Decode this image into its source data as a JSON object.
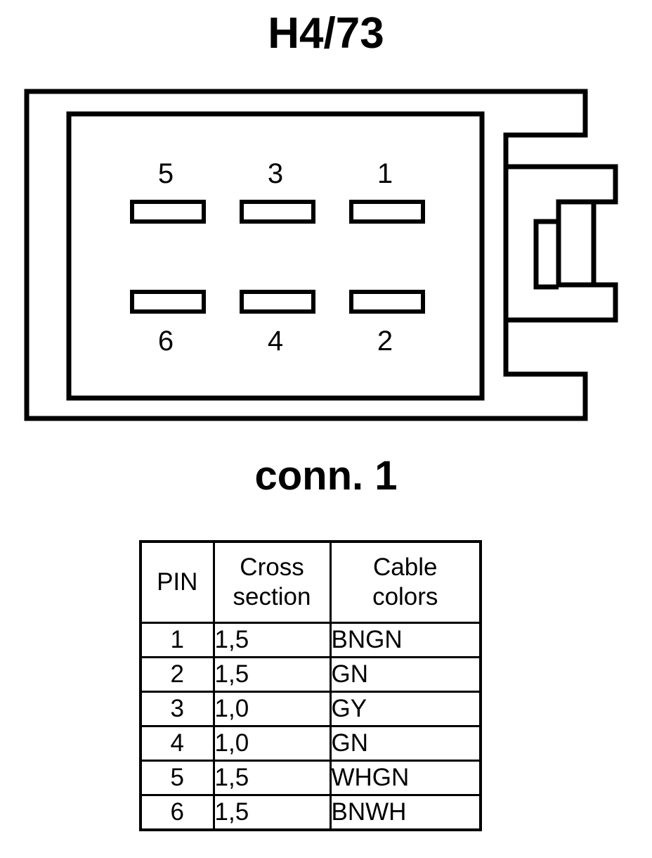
{
  "diagram": {
    "title": "H4/73",
    "connector_label": "conn. 1",
    "pin_layout": {
      "top_row": [
        "5",
        "3",
        "1"
      ],
      "bottom_row": [
        "6",
        "4",
        "2"
      ]
    }
  },
  "table": {
    "headers": {
      "pin": "PIN",
      "cross_section_line1": "Cross",
      "cross_section_line2": "section",
      "cable_colors_line1": "Cable",
      "cable_colors_line2": "colors"
    },
    "rows": [
      {
        "pin": "1",
        "cross_section": "1,5",
        "cable_colors": "BNGN"
      },
      {
        "pin": "2",
        "cross_section": "1,5",
        "cable_colors": "GN"
      },
      {
        "pin": "3",
        "cross_section": "1,0",
        "cable_colors": "GY"
      },
      {
        "pin": "4",
        "cross_section": "1,0",
        "cable_colors": "GN"
      },
      {
        "pin": "5",
        "cross_section": "1,5",
        "cable_colors": "WHGN"
      },
      {
        "pin": "6",
        "cross_section": "1,5",
        "cable_colors": "BNWH"
      }
    ]
  },
  "colors": {
    "line": "#000000",
    "background": "#ffffff"
  }
}
